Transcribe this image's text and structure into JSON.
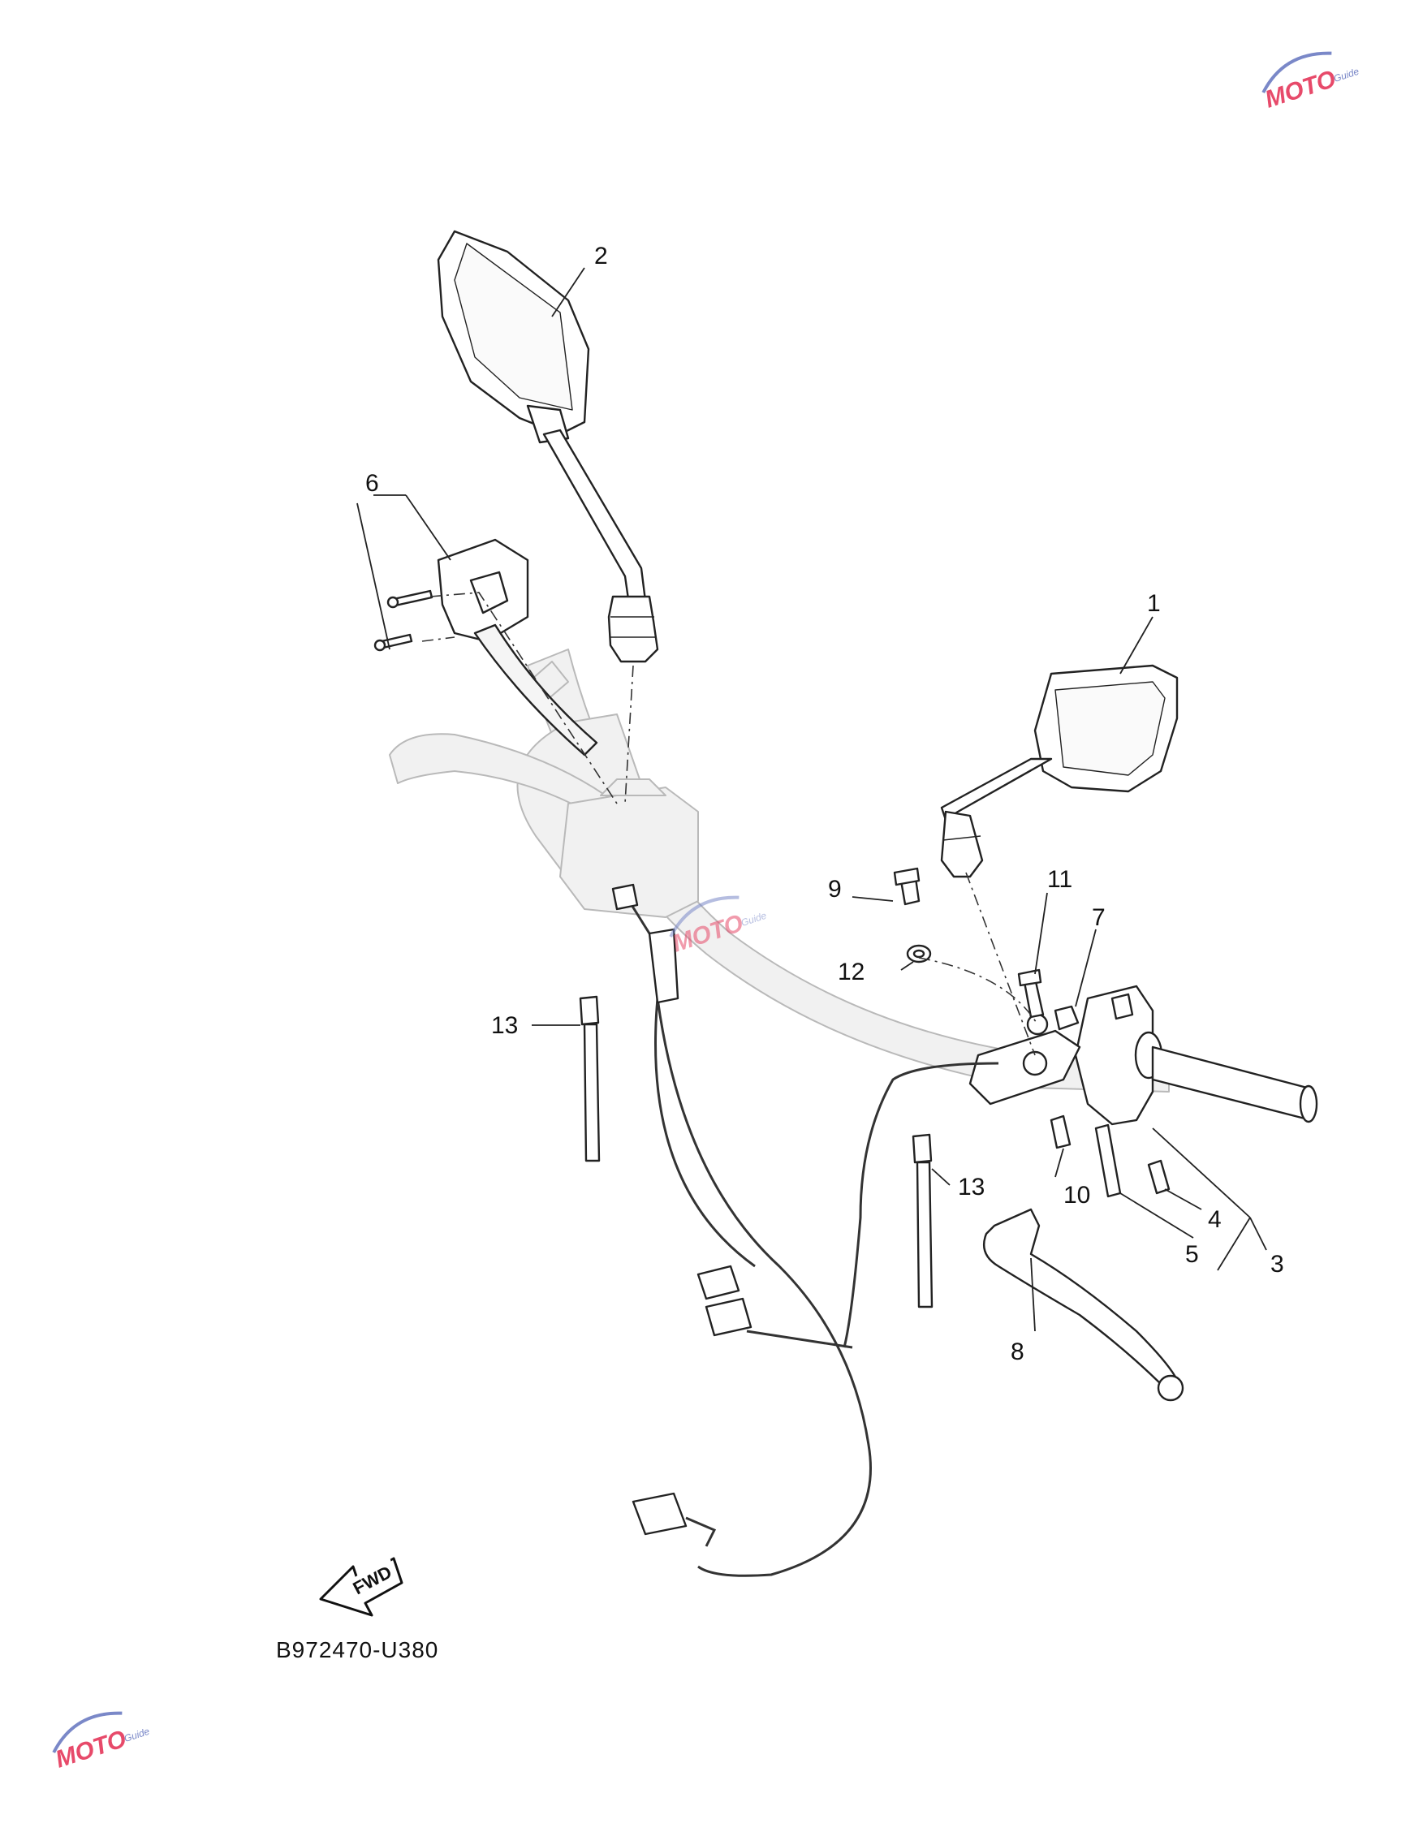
{
  "figure": {
    "code": "B972470-U380",
    "fwd_label": "FWD"
  },
  "callouts": [
    {
      "id": "1",
      "label": "1"
    },
    {
      "id": "2",
      "label": "2"
    },
    {
      "id": "3",
      "label": "3"
    },
    {
      "id": "4",
      "label": "4"
    },
    {
      "id": "5",
      "label": "5"
    },
    {
      "id": "6",
      "label": "6"
    },
    {
      "id": "7",
      "label": "7"
    },
    {
      "id": "8",
      "label": "8"
    },
    {
      "id": "9",
      "label": "9"
    },
    {
      "id": "10",
      "label": "10"
    },
    {
      "id": "11",
      "label": "11"
    },
    {
      "id": "12",
      "label": "12"
    },
    {
      "id": "13a",
      "label": "13"
    },
    {
      "id": "13b",
      "label": "13"
    }
  ],
  "watermark": {
    "brand": "MOTO",
    "sub": "Guide",
    "color": "#e74a6a",
    "accent": "#7a88c8"
  }
}
